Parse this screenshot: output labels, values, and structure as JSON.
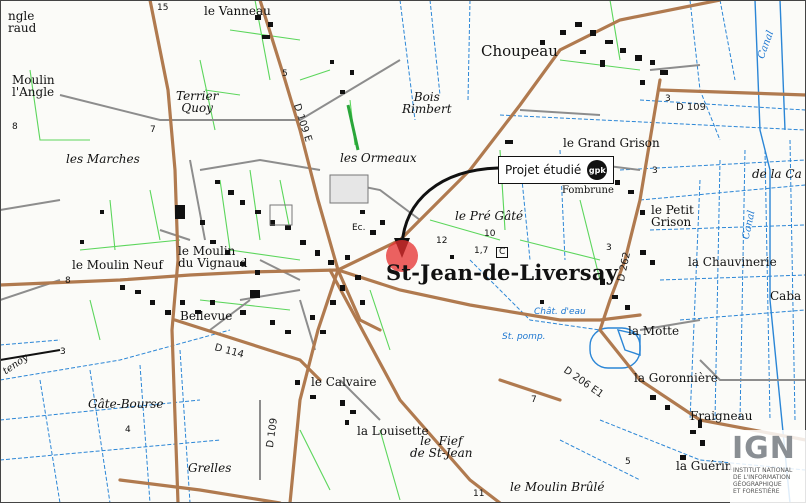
{
  "map": {
    "labels": {
      "angle_graud": "ngle\nraud",
      "le_vanneau": "le Vanneau",
      "choupeau": "Choupeau",
      "moulin_angle": "Moulin\nl'Angle",
      "terrier_quoy": "Terrier\nQuoy",
      "bois_rimbert": "Bois\nRimbert",
      "les_marches": "les Marches",
      "les_ormeaux": "les  Ormeaux",
      "le_grand_grison": "le Grand Grison",
      "fombrune": "Fombrune",
      "de_la_ca": "de la Ca",
      "le_pre_gate": "le Pré Gâté",
      "le_petit_grison": "le Petit\nGrison",
      "le_moulin_neuf": "le Moulin Neuf",
      "le_moulin_du_vignaud": "le Moulin\ndu Vignaud",
      "st_jean": "St-Jean-de-Liversay",
      "la_chauvinerie": "la Chauvinerie",
      "caba": "Caba",
      "bellevue": "Bellevue",
      "chat_deau": "Chât. d'eau",
      "st_pomp": "St. pomp.",
      "la_motte": "la Motte",
      "le_calvaire": "le Calvaire",
      "la_goronniere": "la Goronnière",
      "gate_bourse": "Gâte-Bourse",
      "la_louisette": "la Louisette",
      "le_fief": "le  Fief\nde St-Jean",
      "fraigneau": "Fraigneau",
      "grelles": "Grelles",
      "la_guerin": "la Guérin",
      "le_moulin_brule": "le   Moulin  Brûlé",
      "tenoy": "tenoy",
      "canal": "Canal",
      "ec": "Ec."
    },
    "roads": {
      "d109": "D 109",
      "d109e": "D 109 E",
      "d114": "D 114",
      "d262": "D 262",
      "d206e1": "D 206 E1",
      "d109b": "D 109"
    },
    "numbers": [
      "15",
      "5",
      "7",
      "8",
      "3",
      "10",
      "12",
      "1,7",
      "C",
      "3",
      "8",
      "7",
      "11",
      "5",
      "4",
      "3",
      "3"
    ],
    "callout": {
      "text": "Projet étudié",
      "badge": "gpk"
    },
    "attribution": {
      "logo": "IGN",
      "subtitle": "INSTITUT NATIONAL\nDE L'INFORMATION\nGÉOGRAPHIQUE\nET FORESTIÈRE"
    },
    "colors": {
      "road": "#b07a4f",
      "water": "#2b86d6",
      "vegetation": "#5cd65c",
      "building": "#111111",
      "marker": "#e62d2d"
    }
  }
}
